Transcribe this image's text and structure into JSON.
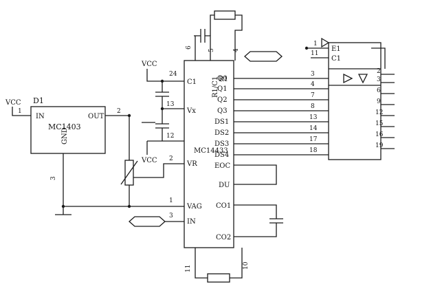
{
  "colors": {
    "ink": "#1a1a1a",
    "background": "#ffffff"
  },
  "regulator": {
    "designator": "D1",
    "part": "MC1403",
    "pins": {
      "in": "IN",
      "out": "OUT",
      "gnd": "GND"
    },
    "pin_numbers": {
      "in": "1",
      "out": "2",
      "gnd": "3"
    }
  },
  "adc": {
    "part": "MC14433",
    "pins": {
      "c1": "C1",
      "r1": "R1",
      "r1c1": "R1/C1",
      "vx": "Vx",
      "vr": "VR",
      "vag": "VAG",
      "in": "IN",
      "q0": "Q0",
      "q1": "Q1",
      "q2": "Q2",
      "q3": "Q3",
      "ds1": "DS1",
      "ds2": "DS2",
      "ds3": "DS3",
      "ds4": "DS4",
      "eoc": "EOC",
      "du": "DU",
      "co1": "CO1",
      "co2": "CO2"
    },
    "pin_numbers": {
      "p24": "24",
      "p13": "13",
      "p12": "12",
      "p2": "2",
      "p1": "1",
      "p3": "3",
      "p6": "6",
      "p5": "5",
      "p4": "4",
      "p11": "11",
      "p10": "10",
      "q0": "3",
      "q1": "4",
      "q2": "7",
      "q3": "8",
      "ds1": "13",
      "ds2": "14",
      "ds3": "17",
      "ds4": "18"
    }
  },
  "output_ic": {
    "pins": {
      "e1": "E1",
      "c1": "C1"
    },
    "pin_numbers": {
      "e1": "1",
      "c1": "11",
      "outs": [
        "2",
        "3",
        "6",
        "9",
        "12",
        "15",
        "16",
        "19"
      ]
    }
  },
  "power": {
    "vcc_a": "VCC",
    "vcc_b": "VCC",
    "vcc_c": "VCC"
  }
}
